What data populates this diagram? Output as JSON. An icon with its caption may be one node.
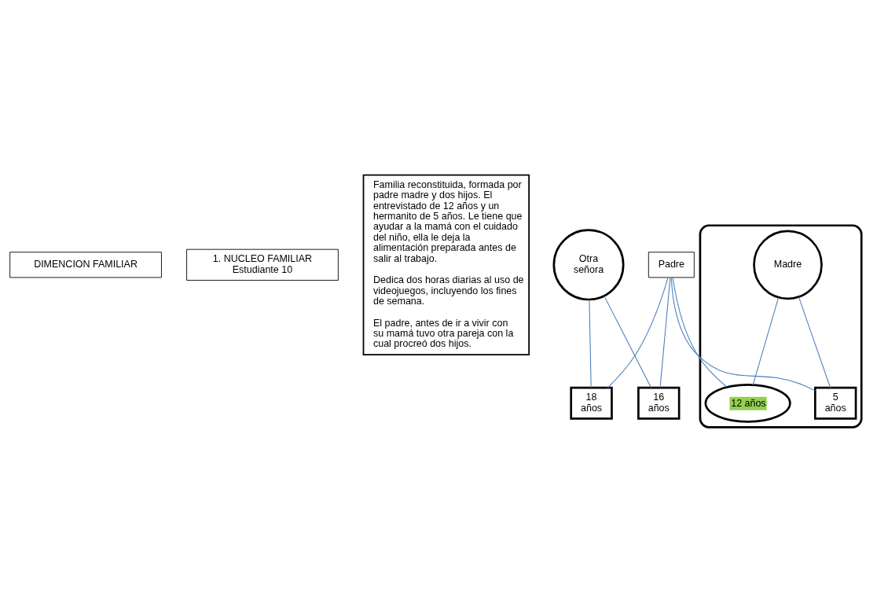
{
  "diagram": {
    "nodes": [
      {
        "text": [
          "DIMENCION FAMILIAR"
        ]
      },
      {
        "text": [
          "1. NUCLEO FAMILIAR",
          "Estudiante 10"
        ]
      },
      {
        "text": [
          "Familia reconstituida, formada por padre madre y dos hijos. El entrevistado de 12 años y un hermanito de 5 años. Le tiene que ayudar a la mamá con el cuidado del niño, ella le deja la alimentación preparada antes de salir al trabajo.",
          "Dedica dos horas diarias al uso de videojuegos, incluyendo los fines de semana.",
          "El padre, antes de ir a vivir con su mamá tuvo otra pareja con la cual procreó dos hijos."
        ]
      },
      {
        "text": [
          "Otra señora"
        ]
      },
      {
        "text": [
          "Padre"
        ]
      },
      {
        "text": [],
        "shape": "cloud"
      },
      {
        "text": [
          "Madre"
        ],
        "in": 5
      },
      {
        "text": [
          "18 años"
        ]
      },
      {
        "text": [
          "16 años"
        ]
      },
      {
        "text": [
          "12 años"
        ],
        "in": 5
      },
      {
        "text": [
          "5 años"
        ],
        "in": 5
      }
    ],
    "edges": [
      {
        "from": 3,
        "to": 7,
        "arrow": "none"
      },
      {
        "from": 3,
        "to": 8,
        "arrow": "none"
      },
      {
        "from": 4,
        "to": 7,
        "arrow": "none"
      },
      {
        "from": 4,
        "to": 8,
        "arrow": "none"
      },
      {
        "from": 4,
        "to": 9,
        "arrow": "none"
      },
      {
        "from": 4,
        "to": 10,
        "arrow": "none"
      },
      {
        "from": 6,
        "to": 9,
        "arrow": "none"
      },
      {
        "from": 6,
        "to": 10,
        "arrow": "none"
      }
    ]
  }
}
